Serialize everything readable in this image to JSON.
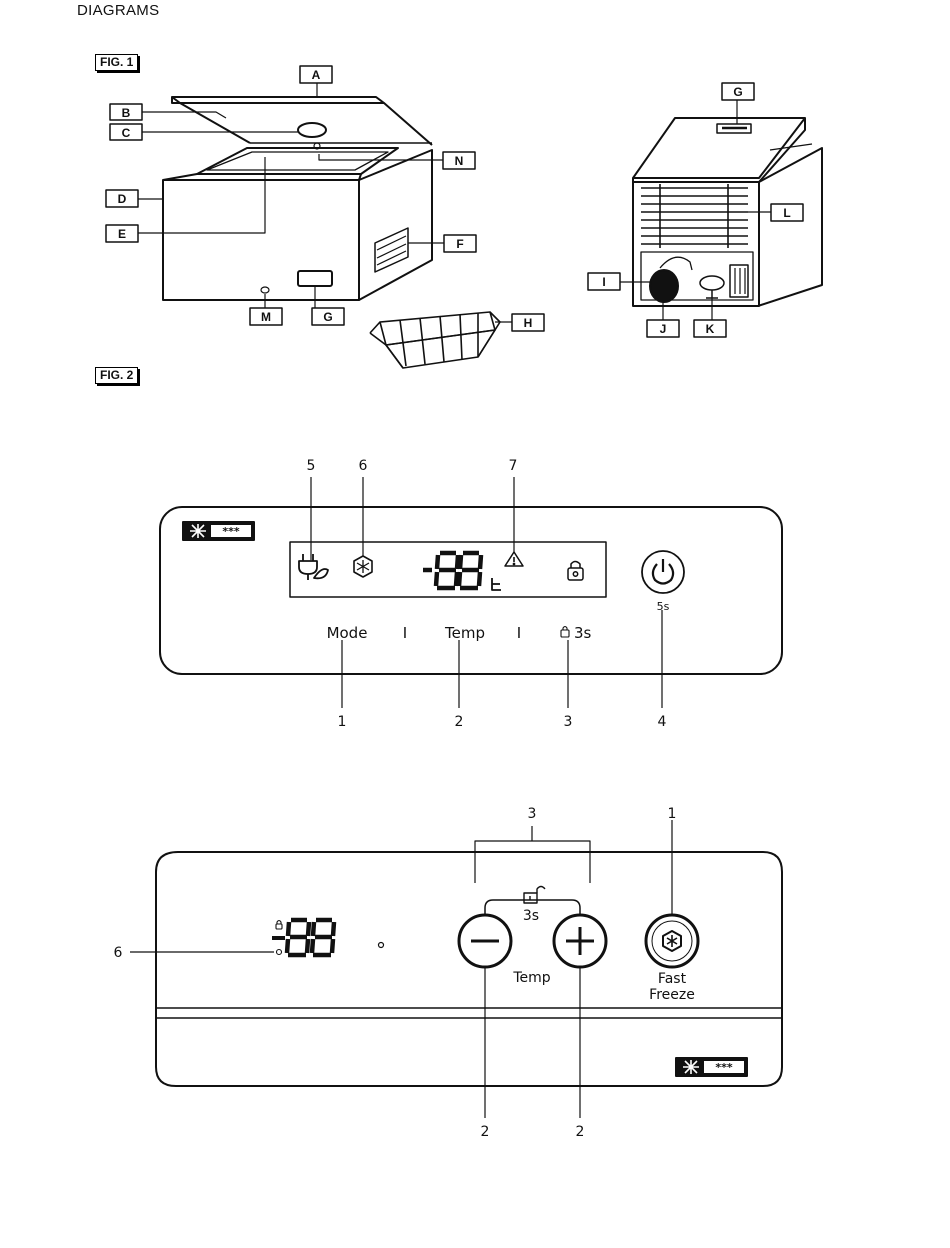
{
  "page": {
    "title": "DIAGRAMS"
  },
  "figures": {
    "fig1": "FIG. 1",
    "fig2": "FIG. 2"
  },
  "fig1_parts": {
    "A": "A",
    "B": "B",
    "C": "C",
    "D": "D",
    "E": "E",
    "F": "F",
    "G": "G",
    "H": "H",
    "M": "M",
    "N": "N",
    "G2": "G",
    "L": "L",
    "I": "I",
    "J": "J",
    "K": "K"
  },
  "panel1": {
    "rating": "***",
    "display_digits": "-88",
    "display_unit": "c",
    "labels": {
      "mode": "Mode",
      "sep": "I",
      "temp": "Temp",
      "lock": "3s",
      "power_hold": "5s"
    },
    "callouts": {
      "c1": "1",
      "c2": "2",
      "c3": "3",
      "c4": "4",
      "c5": "5",
      "c6": "6",
      "c7": "7"
    }
  },
  "panel2": {
    "rating": "***",
    "display_digits": "88",
    "labels": {
      "lock": "3s",
      "temp": "Temp",
      "fast": "Fast",
      "freeze": "Freeze"
    },
    "callouts": {
      "c1": "1",
      "c3": "3",
      "c6": "6",
      "c2a": "2",
      "c2b": "2"
    }
  },
  "colors": {
    "ink": "#111111",
    "fill": "#ffffff"
  }
}
